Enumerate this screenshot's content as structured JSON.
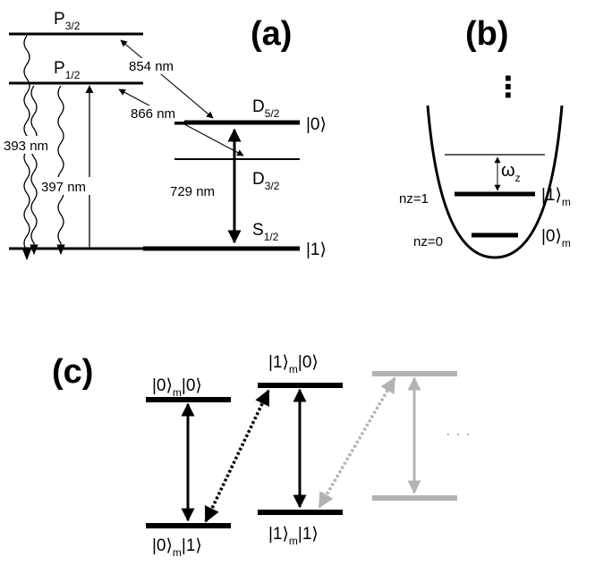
{
  "panels": {
    "a": "(a)",
    "b": "(b)",
    "c": "(c)"
  },
  "panel_a": {
    "levels": {
      "P32": {
        "main": "P",
        "sub": "3/2"
      },
      "P12": {
        "main": "P",
        "sub": "1/2"
      },
      "D52": {
        "main": "D",
        "sub": "5/2"
      },
      "D32": {
        "main": "D",
        "sub": "3/2"
      },
      "S12": {
        "main": "S",
        "sub": "1/2"
      }
    },
    "transitions": {
      "t854": "854 nm",
      "t866": "866 nm",
      "t393": "393 nm",
      "t397": "397 nm",
      "t729": "729 nm"
    },
    "kets": {
      "D52": "|0⟩",
      "S12": "|1⟩"
    }
  },
  "panel_b": {
    "dots": "⋮",
    "omega": {
      "main": "ω",
      "sub": "z"
    },
    "levels": [
      {
        "n_label": "nz=1",
        "ket": "|1⟩",
        "sub": "m"
      },
      {
        "n_label": "nz=0",
        "ket": "|0⟩",
        "sub": "m"
      }
    ]
  },
  "panel_c": {
    "states": {
      "top_left": {
        "a": "|0⟩",
        "sub": "m",
        "b": "|0⟩"
      },
      "bottom_left": {
        "a": "|0⟩",
        "sub": "m",
        "b": "|1⟩"
      },
      "top_mid": {
        "a": "|1⟩",
        "sub": "m",
        "b": "|0⟩"
      },
      "bottom_mid": {
        "a": "|1⟩",
        "sub": "m",
        "b": "|1⟩"
      }
    },
    "ellipsis": ". . ."
  },
  "colors": {
    "ink": "#000000",
    "faded": "#b3b3b3"
  }
}
